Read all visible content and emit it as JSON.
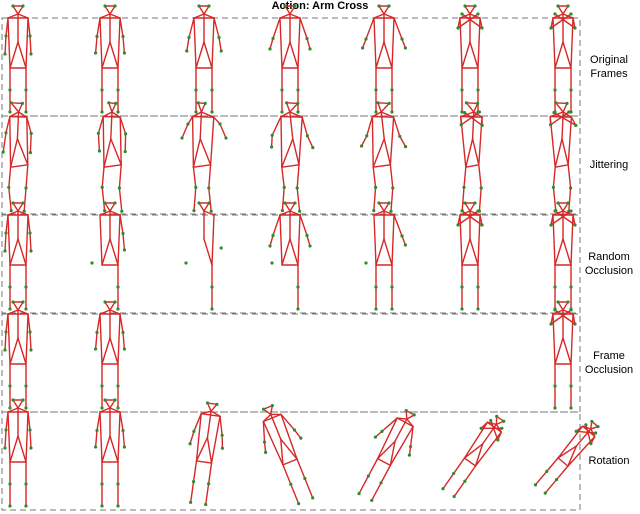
{
  "figure": {
    "title": "Action: Arm Cross",
    "rows": [
      {
        "label_lines": [
          "Original",
          "Frames"
        ],
        "variant": "original",
        "missing_frames": []
      },
      {
        "label_lines": [
          "Jittering"
        ],
        "variant": "jitter",
        "missing_frames": []
      },
      {
        "label_lines": [
          "Random",
          "Occlusion"
        ],
        "variant": "random_occlusion",
        "missing_frames": []
      },
      {
        "label_lines": [
          "Frame",
          "Occlusion"
        ],
        "variant": "frame_occlusion",
        "missing_frames": [
          2,
          3,
          4,
          5
        ]
      },
      {
        "label_lines": [
          "Rotation"
        ],
        "variant": "rotation",
        "missing_frames": []
      }
    ],
    "frames_per_row": 7,
    "colors": {
      "bone": "#d62828",
      "joint": "#2e8b2e",
      "border": "#777777",
      "text": "#000000"
    }
  }
}
